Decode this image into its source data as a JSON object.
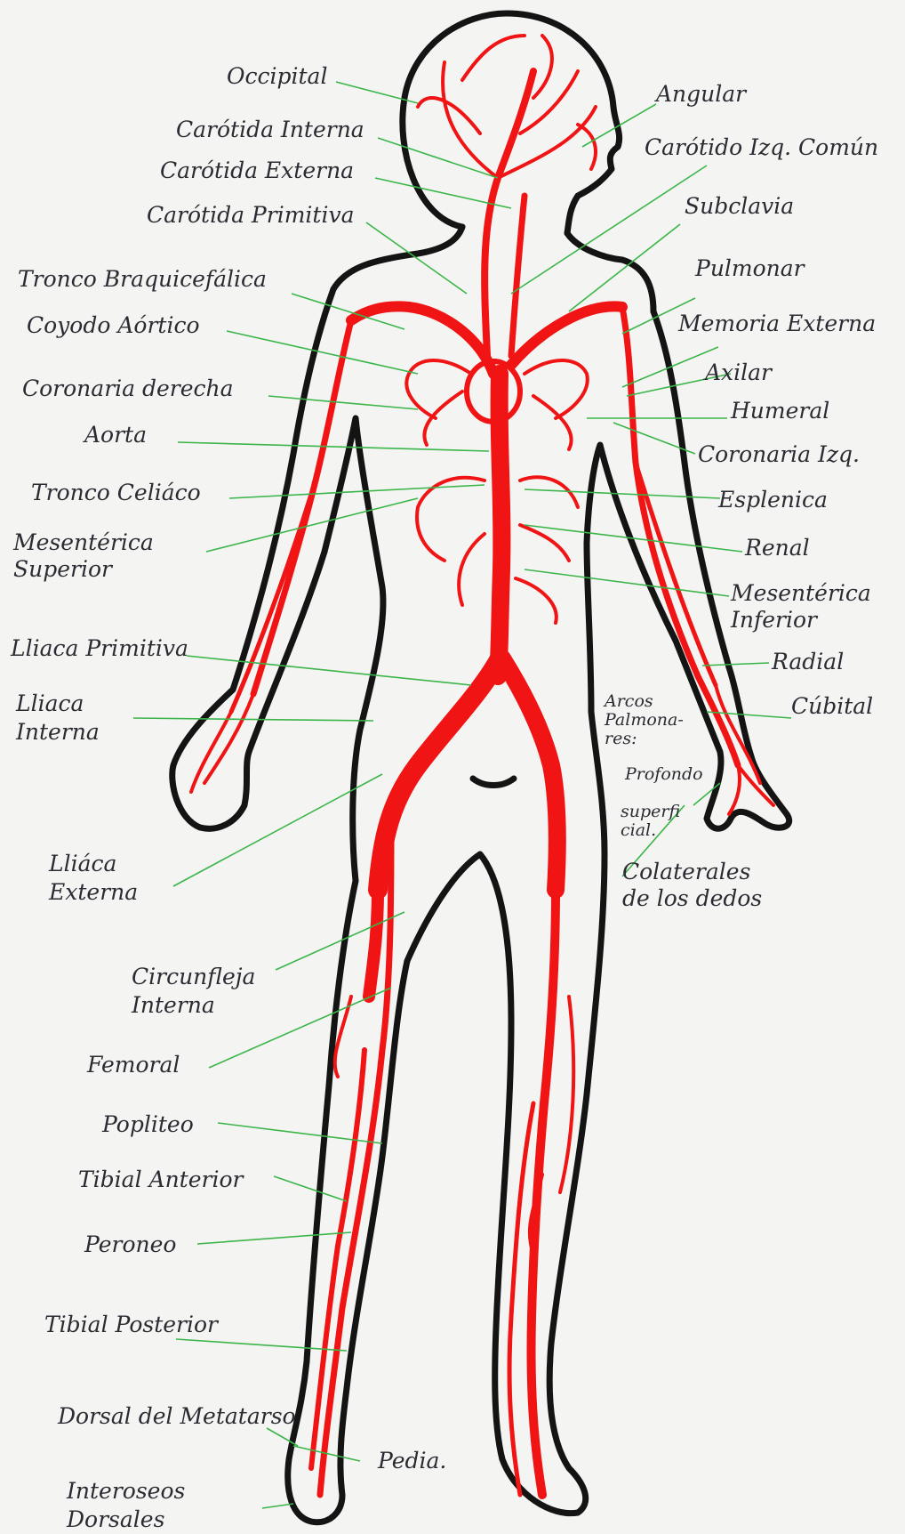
{
  "labels": {
    "occipital": "Occipital",
    "angular": "Angular",
    "carotida_interna": "Carótida Interna",
    "carotido_izq_comun": "Carótido Izq. Común",
    "carotida_externa": "Carótida Externa",
    "carotida_primitiva": "Carótida Primitiva",
    "subclavia": "Subclavia",
    "tronco_braquicefalica": "Tronco Braquicefálica",
    "pulmonar": "Pulmonar",
    "cayado_aortico": "Coyodo Aórtico",
    "mamaria_externa": "Memoria Externa",
    "coronaria_derecha": "Coronaria derecha",
    "axilar": "Axilar",
    "humeral": "Humeral",
    "aorta": "Aorta",
    "coronaria_izq": "Coronaria Izq.",
    "tronco_celiaco": "Tronco Celiáco",
    "esplenica": "Esplenica",
    "mesenterica_superior": "Mesentérica\nSuperior",
    "renal": "Renal",
    "mesenterica_inferior": "Mesentérica\nInferior",
    "iliaca_primitiva": "Lliaca Primitiva",
    "radial": "Radial",
    "iliaca_interna": "Lliaca\nInterna",
    "arcos_palmares": "Arcos\nPalmona-\nres:",
    "cubital": "Cúbital",
    "profundo": "Profondo",
    "superficial": "superfi\ncial.",
    "iliaca_externa": "Lliáca\nExterna",
    "colaterales": "Colaterales\nde los dedos",
    "circunfleja_interna": "Circunfleja\nInterna",
    "femoral": "Femoral",
    "popliteo": "Popliteo",
    "tibial_anterior": "Tibial Anterior",
    "peroneo": "Peroneo",
    "tibial_posterior": "Tibial Posterior",
    "dorsal_metatarso": "Dorsal del Metatarso",
    "pedia": "Pedia.",
    "interoseos_dorsales": "Interoseos\nDorsales"
  },
  "colors": {
    "artery": "#f01414",
    "outline": "#141414",
    "leader": "#3bb54a",
    "text": "#2b2b33",
    "paper": "#f4f5f2"
  }
}
